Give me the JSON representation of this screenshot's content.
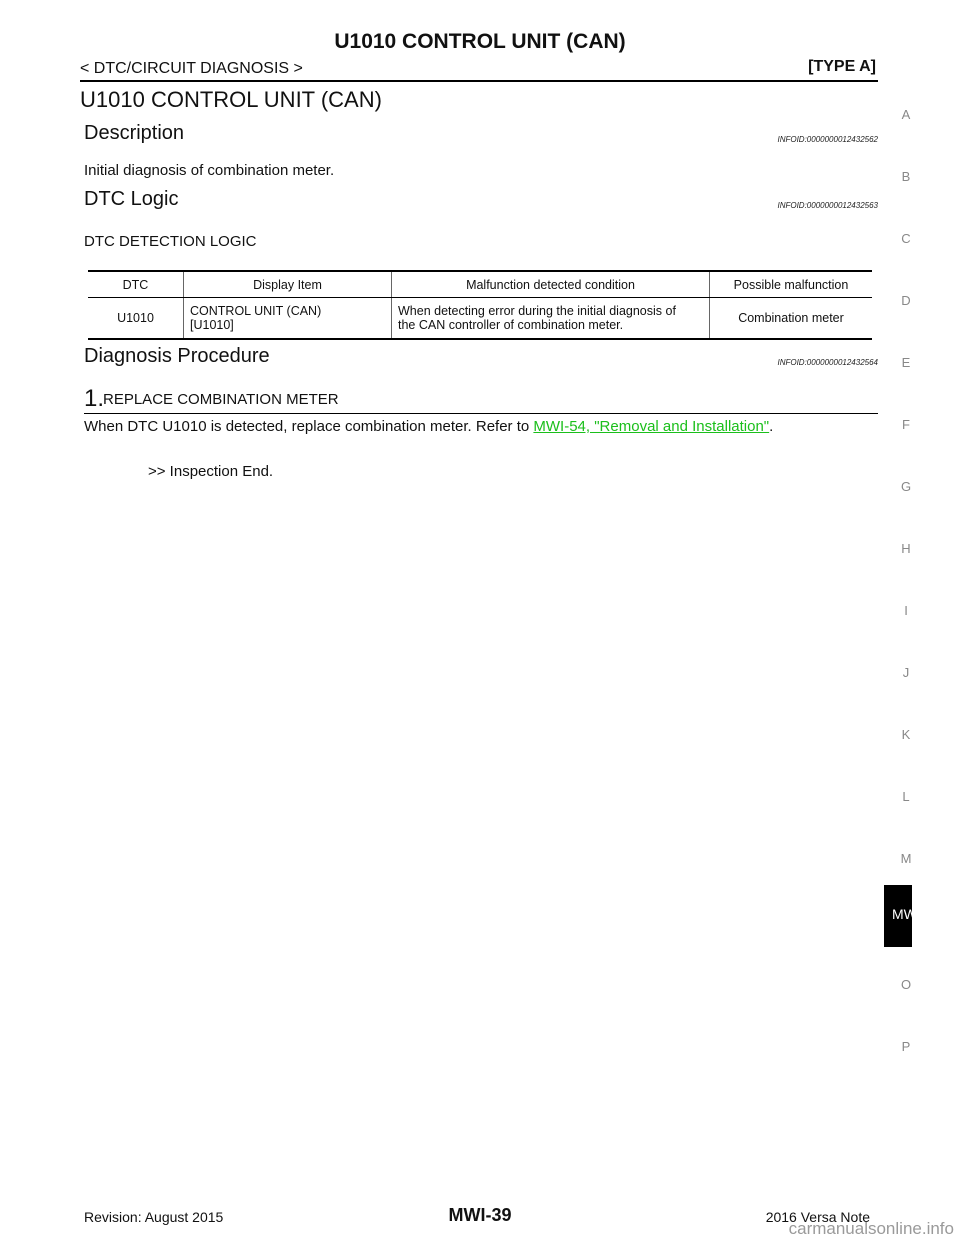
{
  "header": {
    "title": "U1010 CONTROL UNIT (CAN)",
    "breadcrumb": "< DTC/CIRCUIT DIAGNOSIS >",
    "type": "[TYPE A]"
  },
  "section_title": "U1010 CONTROL UNIT (CAN)",
  "description": {
    "heading": "Description",
    "infoid": "INFOID:0000000012432562",
    "text": "Initial diagnosis of combination meter."
  },
  "dtc_logic": {
    "heading": "DTC Logic",
    "infoid": "INFOID:0000000012432563",
    "detection_label": "DTC DETECTION LOGIC",
    "table": {
      "headers": [
        "DTC",
        "Display Item",
        "Malfunction detected condition",
        "Possible malfunction"
      ],
      "row": {
        "dtc": "U1010",
        "display_line1": "CONTROL UNIT (CAN)",
        "display_line2": "[U1010]",
        "condition_line1": "When detecting error during the initial diagnosis of",
        "condition_line2": "the CAN controller of combination meter.",
        "possible": "Combination meter"
      }
    }
  },
  "diagnosis": {
    "heading": "Diagnosis Procedure",
    "infoid": "INFOID:0000000012432564",
    "step_number": "1.",
    "step_title": "REPLACE COMBINATION METER",
    "step_text_before": "When DTC U1010 is detected, replace combination meter. Refer to ",
    "step_link": "MWI-54, \"Removal and Installation\"",
    "step_text_after": ".",
    "result": ">> Inspection End."
  },
  "side_index": {
    "letters": [
      "A",
      "B",
      "C",
      "D",
      "E",
      "F",
      "G",
      "H",
      "I",
      "J",
      "K",
      "L",
      "M",
      "O",
      "P"
    ],
    "active_tab": "MWI"
  },
  "footer": {
    "revision": "Revision: August 2015",
    "page": "MWI-39",
    "model": "2016 Versa Note",
    "watermark": "carmanualsonline.info"
  },
  "colors": {
    "link": "#1bbf1b",
    "side_letters": "#888888",
    "tab_background": "#000000"
  }
}
